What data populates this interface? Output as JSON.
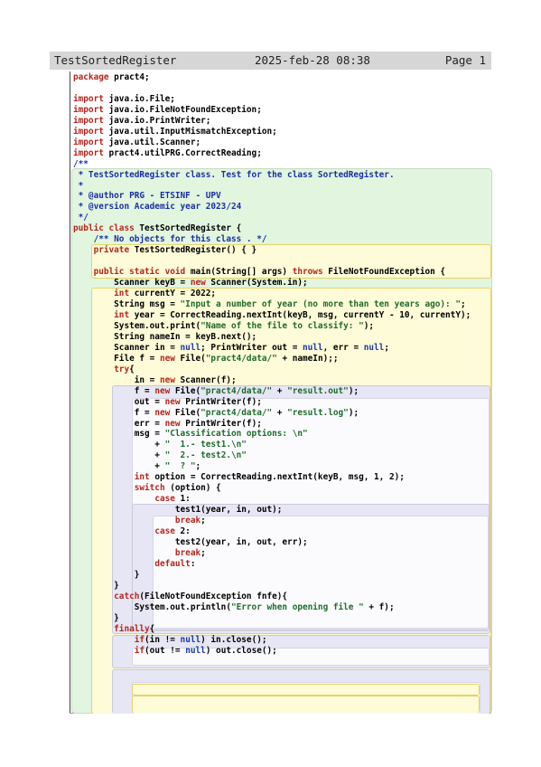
{
  "header": {
    "title": "TestSortedRegister",
    "date": "2025-feb-28 08:38",
    "page": "Page 1"
  },
  "code_lines": [
    [
      [
        "kw",
        "package"
      ],
      [
        "t",
        " pract4;"
      ]
    ],
    [
      [
        "t",
        ""
      ]
    ],
    [
      [
        "kw",
        "import"
      ],
      [
        "t",
        " java.io.File;"
      ]
    ],
    [
      [
        "kw",
        "import"
      ],
      [
        "t",
        " java.io.FileNotFoundException;"
      ]
    ],
    [
      [
        "kw",
        "import"
      ],
      [
        "t",
        " java.io.PrintWriter;"
      ]
    ],
    [
      [
        "kw",
        "import"
      ],
      [
        "t",
        " java.util.InputMismatchException;"
      ]
    ],
    [
      [
        "kw",
        "import"
      ],
      [
        "t",
        " java.util.Scanner;"
      ]
    ],
    [
      [
        "kw",
        "import"
      ],
      [
        "t",
        " pract4.utilPRG.CorrectReading;"
      ]
    ],
    [
      [
        "cm",
        "/**"
      ]
    ],
    [
      [
        "cm",
        " * TestSortedRegister class. Test for the class SortedRegister."
      ]
    ],
    [
      [
        "cm",
        " *"
      ]
    ],
    [
      [
        "cm",
        " * @author PRG - ETSINF - UPV"
      ]
    ],
    [
      [
        "cm",
        " * @version Academic year 2023/24"
      ]
    ],
    [
      [
        "cm",
        " */"
      ]
    ],
    [
      [
        "kw",
        "public class"
      ],
      [
        "t",
        " TestSortedRegister {"
      ]
    ],
    [
      [
        "t",
        "    "
      ],
      [
        "cm",
        "/** No objects for this class . */"
      ]
    ],
    [
      [
        "t",
        "    "
      ],
      [
        "kw",
        "private"
      ],
      [
        "t",
        " TestSortedRegister() { }"
      ]
    ],
    [
      [
        "t",
        ""
      ]
    ],
    [
      [
        "t",
        "    "
      ],
      [
        "kw",
        "public static void"
      ],
      [
        "t",
        " main(String[] args) "
      ],
      [
        "kw",
        "throws"
      ],
      [
        "t",
        " FileNotFoundException {"
      ]
    ],
    [
      [
        "t",
        "        Scanner keyB = "
      ],
      [
        "kw",
        "new"
      ],
      [
        "t",
        " Scanner(System.in);"
      ]
    ],
    [
      [
        "t",
        "        "
      ],
      [
        "ty",
        "int"
      ],
      [
        "t",
        " currentY = 2022;"
      ]
    ],
    [
      [
        "t",
        "        String msg = "
      ],
      [
        "str",
        "\"Input a number of year (no more than ten years ago): \""
      ],
      [
        "t",
        ";"
      ]
    ],
    [
      [
        "t",
        "        "
      ],
      [
        "ty",
        "int"
      ],
      [
        "t",
        " year = CorrectReading.nextInt(keyB, msg, currentY - 10, currentY);"
      ]
    ],
    [
      [
        "t",
        "        System.out.print("
      ],
      [
        "str",
        "\"Name of the file to classify: \""
      ],
      [
        "t",
        ");"
      ]
    ],
    [
      [
        "t",
        "        String nameIn = keyB.next();"
      ]
    ],
    [
      [
        "t",
        "        Scanner in = "
      ],
      [
        "lit",
        "null"
      ],
      [
        "t",
        "; PrintWriter out = "
      ],
      [
        "lit",
        "null"
      ],
      [
        "t",
        ", err = "
      ],
      [
        "lit",
        "null"
      ],
      [
        "t",
        ";"
      ]
    ],
    [
      [
        "t",
        "        File f = "
      ],
      [
        "kw",
        "new"
      ],
      [
        "t",
        " File("
      ],
      [
        "str",
        "\"pract4/data/\""
      ],
      [
        "t",
        " + nameIn);;"
      ]
    ],
    [
      [
        "t",
        "        "
      ],
      [
        "kw",
        "try"
      ],
      [
        "t",
        "{"
      ]
    ],
    [
      [
        "t",
        "            in = "
      ],
      [
        "kw",
        "new"
      ],
      [
        "t",
        " Scanner(f);"
      ]
    ],
    [
      [
        "t",
        "            f = "
      ],
      [
        "kw",
        "new"
      ],
      [
        "t",
        " File("
      ],
      [
        "str",
        "\"pract4/data/\""
      ],
      [
        "t",
        " + "
      ],
      [
        "str",
        "\"result.out\""
      ],
      [
        "t",
        ");"
      ]
    ],
    [
      [
        "t",
        "            out = "
      ],
      [
        "kw",
        "new"
      ],
      [
        "t",
        " PrintWriter(f);"
      ]
    ],
    [
      [
        "t",
        "            f = "
      ],
      [
        "kw",
        "new"
      ],
      [
        "t",
        " File("
      ],
      [
        "str",
        "\"pract4/data/\""
      ],
      [
        "t",
        " + "
      ],
      [
        "str",
        "\"result.log\""
      ],
      [
        "t",
        ");"
      ]
    ],
    [
      [
        "t",
        "            err = "
      ],
      [
        "kw",
        "new"
      ],
      [
        "t",
        " PrintWriter(f);"
      ]
    ],
    [
      [
        "t",
        "            msg = "
      ],
      [
        "str",
        "\"Classification options: \\n\""
      ]
    ],
    [
      [
        "t",
        "                + "
      ],
      [
        "str",
        "\"  1.- test1.\\n\""
      ]
    ],
    [
      [
        "t",
        "                + "
      ],
      [
        "str",
        "\"  2.- test2.\\n\""
      ]
    ],
    [
      [
        "t",
        "                + "
      ],
      [
        "str",
        "\"  ? \""
      ],
      [
        "t",
        ";"
      ]
    ],
    [
      [
        "t",
        "            "
      ],
      [
        "ty",
        "int"
      ],
      [
        "t",
        " option = CorrectReading.nextInt(keyB, msg, 1, 2);"
      ]
    ],
    [
      [
        "t",
        "            "
      ],
      [
        "kw",
        "switch"
      ],
      [
        "t",
        " (option) {"
      ]
    ],
    [
      [
        "t",
        "                "
      ],
      [
        "kw",
        "case"
      ],
      [
        "t",
        " 1:"
      ]
    ],
    [
      [
        "t",
        "                    test1(year, in, out);"
      ]
    ],
    [
      [
        "t",
        "                    "
      ],
      [
        "kw",
        "break"
      ],
      [
        "t",
        ";"
      ]
    ],
    [
      [
        "t",
        "                "
      ],
      [
        "kw",
        "case"
      ],
      [
        "t",
        " 2:"
      ]
    ],
    [
      [
        "t",
        "                    test2(year, in, out, err);"
      ]
    ],
    [
      [
        "t",
        "                    "
      ],
      [
        "kw",
        "break"
      ],
      [
        "t",
        ";"
      ]
    ],
    [
      [
        "t",
        "                "
      ],
      [
        "kw",
        "default"
      ],
      [
        "t",
        ":"
      ]
    ],
    [
      [
        "t",
        "            }"
      ]
    ],
    [
      [
        "t",
        "        }"
      ]
    ],
    [
      [
        "t",
        "        "
      ],
      [
        "kw",
        "catch"
      ],
      [
        "t",
        "(FileNotFoundException fnfe){"
      ]
    ],
    [
      [
        "t",
        "            System.out.println("
      ],
      [
        "str",
        "\"Error when opening file \""
      ],
      [
        "t",
        " + f);"
      ]
    ],
    [
      [
        "t",
        "        }"
      ]
    ],
    [
      [
        "t",
        "        "
      ],
      [
        "kw",
        "finally"
      ],
      [
        "t",
        "{"
      ]
    ],
    [
      [
        "t",
        "            "
      ],
      [
        "kw",
        "if"
      ],
      [
        "t",
        "(in != "
      ],
      [
        "lit",
        "null"
      ],
      [
        "t",
        ") in.close();"
      ]
    ],
    [
      [
        "t",
        "            "
      ],
      [
        "kw",
        "if"
      ],
      [
        "t",
        "(out != "
      ],
      [
        "lit",
        "null"
      ],
      [
        "t",
        ") out.close();"
      ]
    ]
  ],
  "colors": {
    "header_bg": "#d6d6d6",
    "keyword": "#b3261e",
    "string": "#1f6b2c",
    "comment": "#1a2fa5",
    "class_block": "#e2f5df",
    "member_block": "#fdfbd8",
    "member_border": "#e4d36a",
    "body_block": "#e6e6f4",
    "inner_block": "#fbfbfd",
    "block_border": "#c9c9d9"
  }
}
